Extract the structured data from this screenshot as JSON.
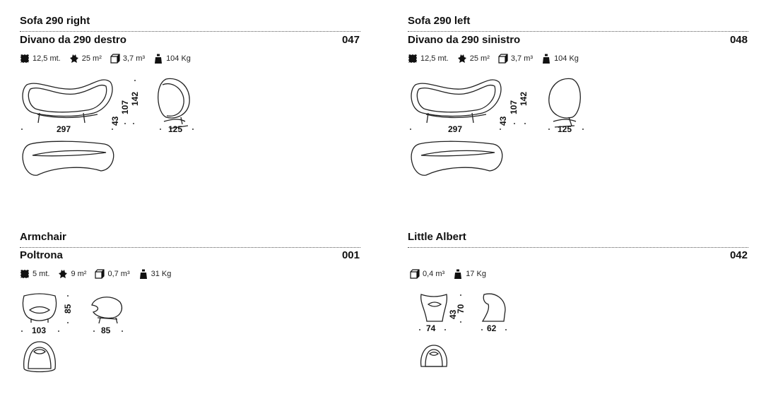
{
  "products": [
    {
      "title": "Sofa 290 right",
      "subtitle": "Divano da 290 destro",
      "code": "047",
      "specs": {
        "fabric": "12,5 mt.",
        "leather": "25 m²",
        "volume": "3,7 m³",
        "weight": "104 Kg"
      },
      "dims": {
        "width": "297",
        "seat_h": "43",
        "arm_h": "107",
        "height": "142",
        "depth": "125"
      }
    },
    {
      "title": "Sofa 290 left",
      "subtitle": "Divano da 290 sinistro",
      "code": "048",
      "specs": {
        "fabric": "12,5 mt.",
        "leather": "25 m²",
        "volume": "3,7 m³",
        "weight": "104 Kg"
      },
      "dims": {
        "width": "297",
        "seat_h": "43",
        "arm_h": "107",
        "height": "142",
        "depth": "125"
      }
    },
    {
      "title": "Armchair",
      "subtitle": "Poltrona",
      "code": "001",
      "specs": {
        "fabric": "5 mt.",
        "leather": "9 m²",
        "volume": "0,7 m³",
        "weight": "31 Kg"
      },
      "dims": {
        "width": "103",
        "height": "85",
        "depth": "85"
      }
    },
    {
      "title": "Little Albert",
      "code": "042",
      "specs": {
        "volume": "0,4 m³",
        "weight": "17 Kg"
      },
      "dims": {
        "width": "74",
        "seat_h": "43",
        "height": "70",
        "depth": "62"
      }
    }
  ]
}
